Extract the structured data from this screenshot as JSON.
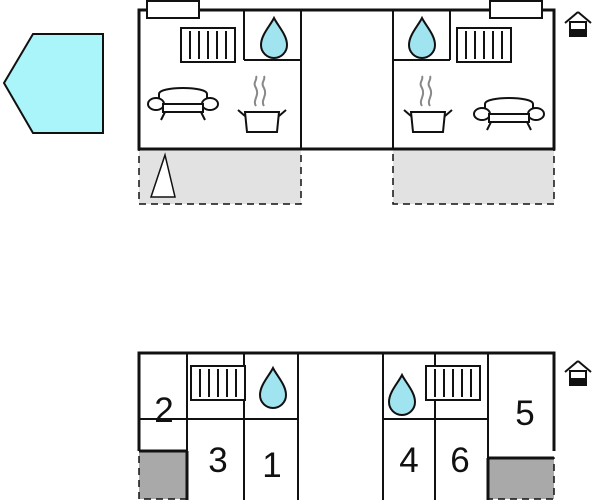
{
  "colors": {
    "wall": "#111111",
    "water": "#9fe4ef",
    "pool": "#aaf5f9",
    "terrace_light": "#e2e2e2",
    "terrace_dark": "#a9a9a9"
  },
  "icons": {
    "radiator": "radiator-icon",
    "water": "water-drop-icon",
    "sofa": "sofa-icon",
    "cooking": "cooking-pot-icon",
    "house": "house-icon",
    "pool": "pool-shape",
    "window": "window-icon",
    "entrance": "entrance-triangle-icon"
  },
  "rooms": {
    "r1": "1",
    "r2": "2",
    "r3": "3",
    "r4": "4",
    "r5": "5",
    "r6": "6"
  }
}
